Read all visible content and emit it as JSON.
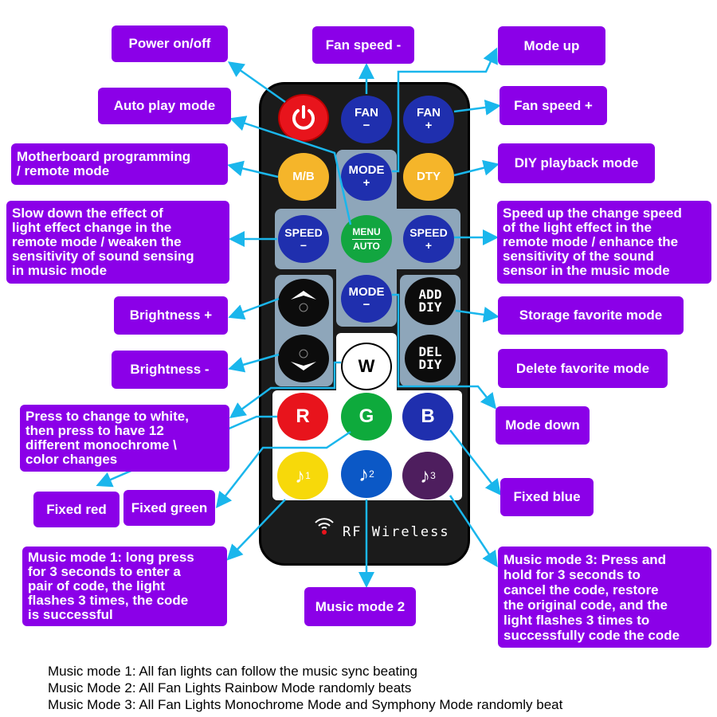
{
  "colors": {
    "label_bg": "#8b00e8",
    "line": "#1ab6ec",
    "panel": "#8ea6ba"
  },
  "buttons": {
    "power": "power-icon",
    "fan_minus": [
      "FAN",
      "−"
    ],
    "fan_plus": [
      "FAN",
      "+"
    ],
    "mb": "M/B",
    "mode_plus": [
      "MODE",
      "+"
    ],
    "dty": "DTY",
    "speed_minus": [
      "SPEED",
      "−"
    ],
    "menu": [
      "MENU",
      "AUTO"
    ],
    "speed_plus": [
      "SPEED",
      "+"
    ],
    "mode_minus": [
      "MODE",
      "−"
    ],
    "add_diy": [
      "ADD",
      "DIY"
    ],
    "del_diy": [
      "DEL",
      "DIY"
    ],
    "w": "W",
    "r": "R",
    "g": "G",
    "b": "B",
    "music1": "1",
    "music2": "2",
    "music3": "3"
  },
  "rf_label": "RF Wireless",
  "labels": {
    "power": "Power on/off",
    "fan_minus": "Fan speed -",
    "mode_up": "Mode up",
    "auto_play": "Auto play mode",
    "fan_plus": "Fan speed +",
    "motherboard": "Motherboard programming\n/ remote mode",
    "diy_playback": "DIY playback mode",
    "slow_down": "Slow down the effect of\nlight effect change in the\nremote mode / weaken the\nsensitivity of sound sensing\nin music mode",
    "speed_up": "Speed up the change speed\nof the light effect in the\nremote mode / enhance the\nsensitivity of the sound\nsensor in the music mode",
    "brightness_plus": "Brightness +",
    "storage": "Storage favorite mode",
    "brightness_minus": "Brightness -",
    "delete": "Delete favorite mode",
    "white": "Press to change to white,\nthen press to have 12\ndifferent monochrome \\\ncolor changes",
    "mode_down": "Mode down",
    "fixed_red": "Fixed red",
    "fixed_green": "Fixed green",
    "fixed_blue": "Fixed blue",
    "music1": "Music mode 1: long press\nfor 3 seconds to enter a\npair of code, the light\nflashes 3 times, the code\nis successful",
    "music2": "Music mode 2",
    "music3": "Music mode 3: Press and\nhold for 3 seconds to\ncancel the code, restore\nthe original code, and the\nlight flashes 3 times to\nsuccessfully code the code"
  },
  "notes": [
    "Music mode 1:  All fan lights can follow the music sync beating",
    "Music Mode 2: All Fan Lights Rainbow Mode randomly beats",
    "Music Mode 3: All Fan Lights Monochrome Mode and Symphony Mode randomly beat"
  ]
}
